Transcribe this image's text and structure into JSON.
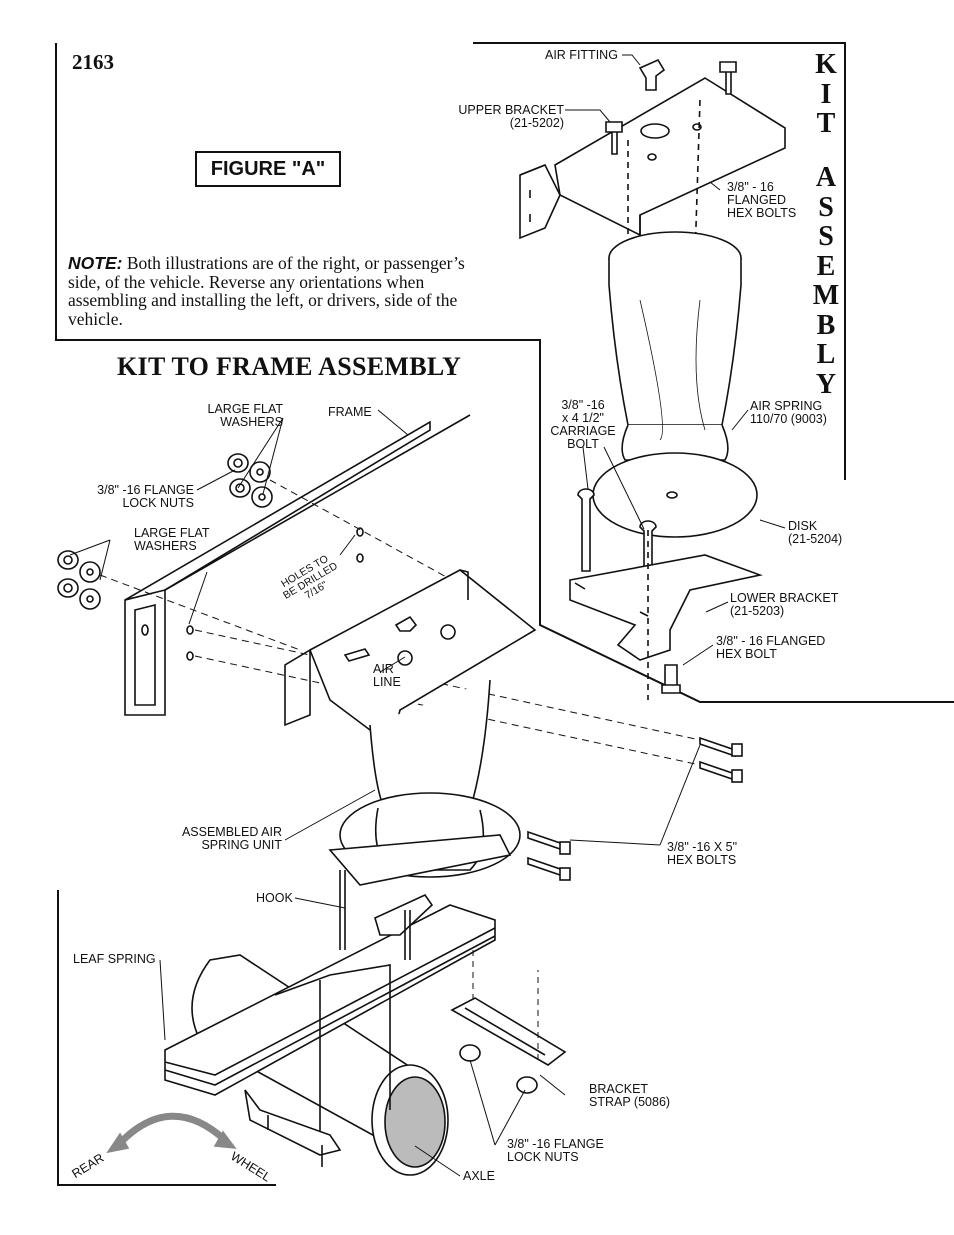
{
  "page_number": "2163",
  "figure_label": "FIGURE \"A\"",
  "note": {
    "lead": "NOTE:",
    "body": " Both illustrations are of the right, or passenger’s side, of the vehicle.  Reverse any orientations when assembling and installing the left, or drivers, side of the vehicle."
  },
  "section_title": "KIT TO FRAME ASSEMBLY",
  "side_title_kit": "KIT",
  "side_title_assembly": "ASSEMBLY",
  "labels": {
    "air_fitting": "AIR FITTING",
    "upper_bracket": "UPPER BRACKET\n(21-5202)",
    "flanged_hex_bolts": "3/8\" - 16\nFLANGED\nHEX BOLTS",
    "carriage_bolt": "3/8\" -16\nx 4 1/2\"\nCARRIAGE\nBOLT",
    "air_spring": "AIR SPRING\n110/70 (9003)",
    "disk": "DISK\n(21-5204)",
    "lower_bracket": "LOWER BRACKET\n(21-5203)",
    "flanged_hex_bolt": "3/8\" - 16 FLANGED\nHEX BOLT",
    "large_flat_washers_top": "LARGE FLAT\nWASHERS",
    "frame": "FRAME",
    "flange_lock_nuts_top": "3/8\" -16 FLANGE\nLOCK NUTS",
    "large_flat_washers_left": "LARGE FLAT\nWASHERS",
    "holes_to_be_drilled": "HOLES TO\nBE DRILLED\n7/16\"",
    "air_line": "AIR\nLINE",
    "assembled_air_spring_unit": "ASSEMBLED AIR\nSPRING UNIT",
    "hex_bolts_5": "3/8\" -16 X 5\"\nHEX BOLTS",
    "hook": "HOOK",
    "leaf_spring": "LEAF SPRING",
    "bracket_strap": "BRACKET\nSTRAP (5086)",
    "flange_lock_nuts_bottom": "3/8\" -16 FLANGE\nLOCK NUTS",
    "axle": "AXLE",
    "rear": "REAR",
    "wheel": "WHEEL"
  }
}
